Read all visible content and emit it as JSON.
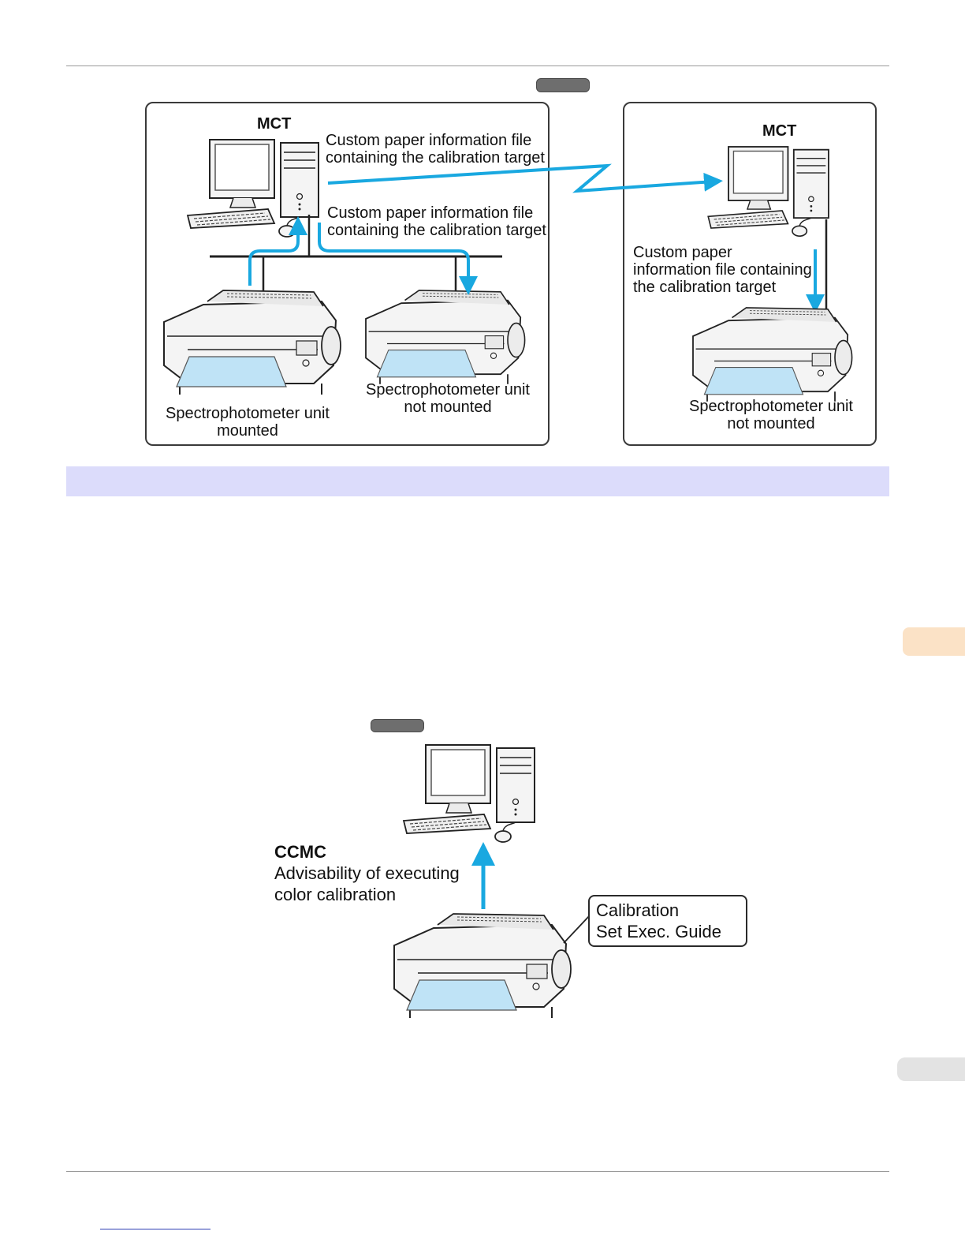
{
  "diagram1": {
    "mct_left": "MCT",
    "mct_right": "MCT",
    "file_label_1": [
      "Custom paper information file",
      "containing the calibration target"
    ],
    "file_label_2": [
      "Custom paper information file",
      "containing the calibration target"
    ],
    "file_label_3": [
      "Custom paper",
      "information file containing",
      "the calibration target"
    ],
    "printer_left": [
      "Spectrophotometer unit",
      "mounted"
    ],
    "printer_mid": [
      "Spectrophotometer unit",
      "not mounted"
    ],
    "printer_right": [
      "Spectrophotometer unit",
      "not mounted"
    ]
  },
  "diagram2": {
    "ccmc_title": "CCMC",
    "ccmc_desc": [
      "Advisability of executing",
      "color calibration"
    ],
    "callout": [
      "Calibration",
      "Set Exec. Guide"
    ]
  },
  "colors": {
    "arrow": "#19a8e0",
    "section_bar": "#dcdcfb",
    "side_tab_orange": "#fbe2c6",
    "side_tab_gray": "#e3e3e3"
  }
}
